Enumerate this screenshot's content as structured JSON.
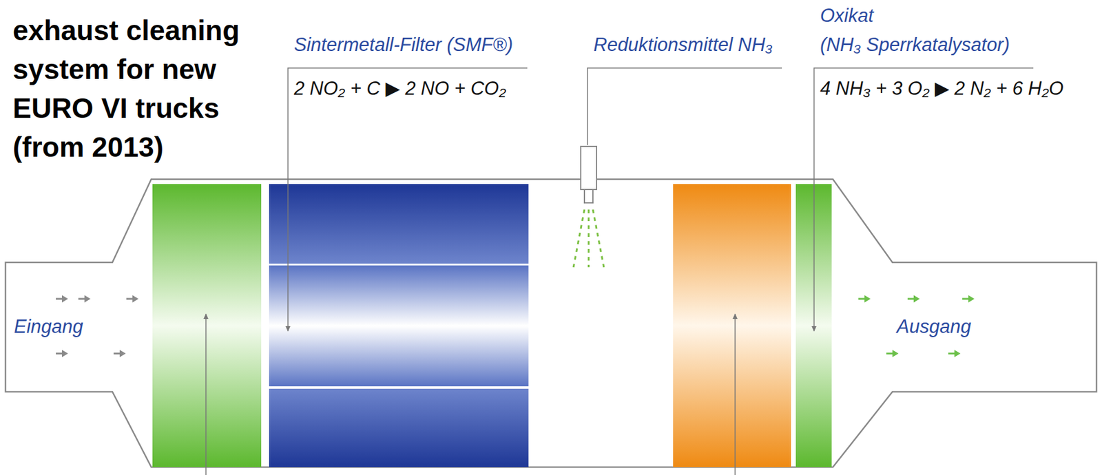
{
  "diagram": {
    "title": "exhaust cleaning system for new EURO VI trucks (from 2013)",
    "labels": [
      "Sintermetall-Filter (SMF®)",
      "2 NO₂ + C ▶ 2 NO + CO₂",
      "Reduktionsmittel NH₃",
      "Oxikat",
      "(NH₃ Sperrkatalysator)",
      "4 NH₃ + 3 O₂ ▶ 2 N₂ + 6 H₂O",
      "Eingang",
      "Ausgang"
    ]
  }
}
